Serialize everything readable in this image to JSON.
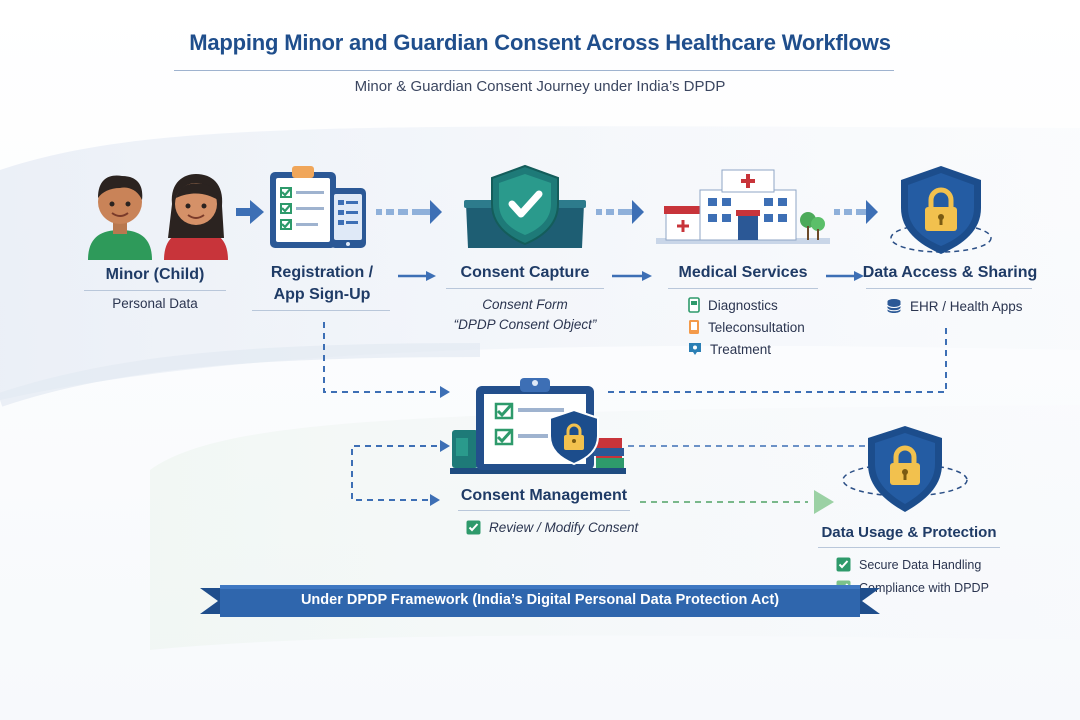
{
  "title": "Mapping Minor and Guardian Consent Across Healthcare Workflows",
  "subtitle": "Minor & Guardian Consent Journey under India’s DPDP",
  "stages": {
    "minor": {
      "label": "Minor (Child)",
      "detail": "Personal Data"
    },
    "registration": {
      "label_line1": "Registration /",
      "label_line2": "App Sign-Up"
    },
    "consent_capture": {
      "label": "Consent Capture",
      "detail_line1": "Consent Form",
      "detail_line2": "“DPDP Consent Object”"
    },
    "medical_services": {
      "label": "Medical Services",
      "items": [
        "Diagnostics",
        "Teleconsultation",
        "Treatment"
      ]
    },
    "data_access": {
      "label": "Data Access & Sharing",
      "detail": "EHR / Health Apps"
    },
    "consent_management": {
      "label": "Consent Management",
      "detail": "Review / Modify Consent"
    },
    "data_usage": {
      "label": "Data Usage & Protection",
      "items": [
        "Secure Data Handling",
        "Compliance with DPDP"
      ]
    }
  },
  "footer_banner": "Under DPDP Framework (India’s Digital Personal Data Protection Act)",
  "colors": {
    "title_blue": "#1f4e8c",
    "navy": "#1f3b66",
    "arrow_blue": "#3d6fb5",
    "teal": "#1e7a78",
    "green_check": "#2e9a6b",
    "shield_navy": "#1c4d8c",
    "lock_gold": "#f2c14e",
    "banner_blue": "#2f66ad"
  }
}
